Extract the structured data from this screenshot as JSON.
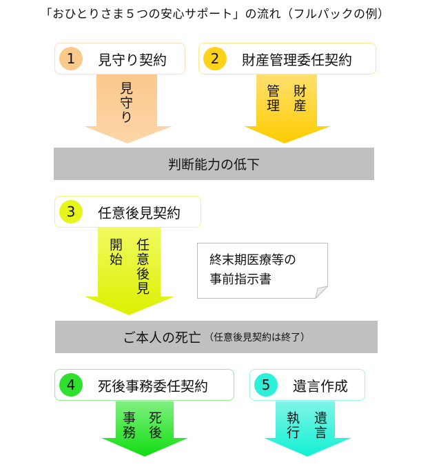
{
  "title": "「おひとりさま５つの安心サポート」の流れ（フルパックの例）",
  "steps": [
    {
      "num": "1",
      "label": "見守り契約",
      "arrow_cols": [
        "見守り"
      ],
      "color": "#fbc98a"
    },
    {
      "num": "2",
      "label": "財産管理委任契約",
      "arrow_cols": [
        "財産",
        "管理"
      ],
      "color": "#ffd21a"
    },
    {
      "num": "3",
      "label": "任意後見契約",
      "arrow_cols": [
        "任意後見",
        "開始"
      ],
      "color": "#e6f51a"
    },
    {
      "num": "4",
      "label": "死後事務委任契約",
      "arrow_cols": [
        "死後",
        "事務"
      ],
      "color": "#2fe02f"
    },
    {
      "num": "5",
      "label": "遺言作成",
      "arrow_cols": [
        "遺言",
        "執行"
      ],
      "color": "#2ef0d8"
    }
  ],
  "events": {
    "decline": "判断能力の低下",
    "death": "ご本人の死亡",
    "death_note": "（任意後見契約は終了）"
  },
  "note": {
    "line1": "終末期医療等の",
    "line2": "事前指示書"
  }
}
